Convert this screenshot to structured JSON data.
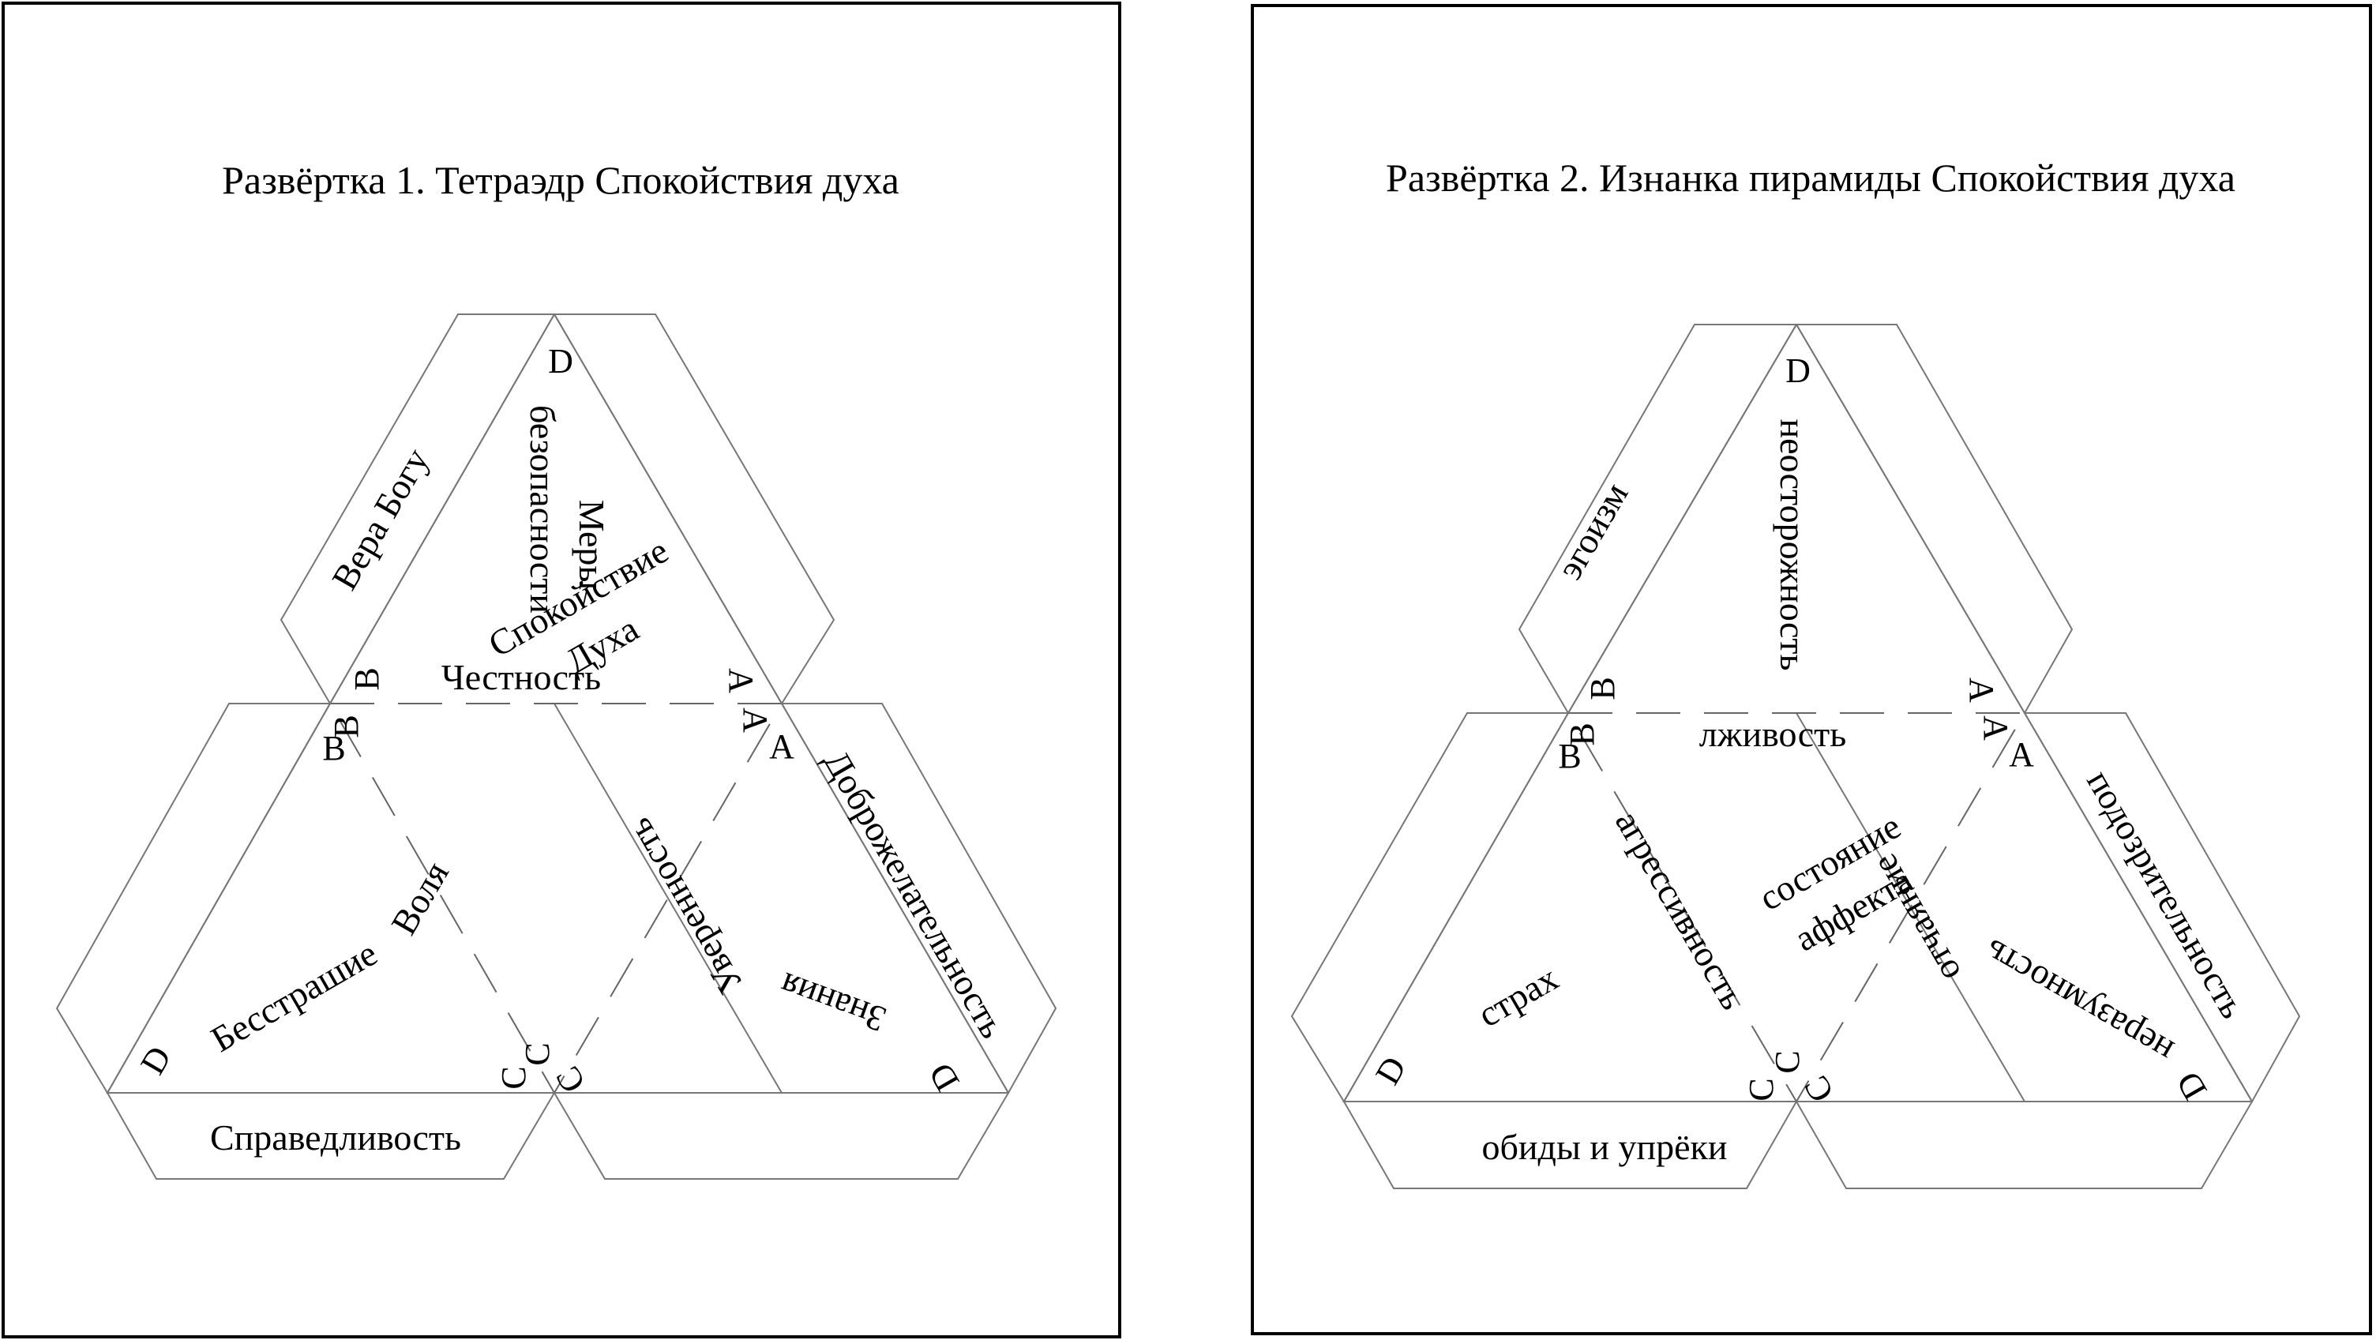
{
  "panel1": {
    "title": "Развёртка 1. Тетраэдр Спокойствия духа",
    "center_line1": "Спокойствие",
    "center_line2": "Духа",
    "top_face_line1": "Меры",
    "top_face_line2": "безопасности",
    "left_face": "Бесстрашие",
    "right_face": "Знания",
    "edge_top": "Честность",
    "edge_left": "Воля",
    "edge_right": "Уверенность",
    "flap_top_left": "Вера Богу",
    "flap_right": "Доброжелательность",
    "flap_bottom": "Справедливость",
    "vertex_a": "A",
    "vertex_b": "B",
    "vertex_c": "C",
    "vertex_d": "D"
  },
  "panel2": {
    "title": "Развёртка 2. Изнанка пирамиды Спокойствия духа",
    "center_line1": "состояние",
    "center_line2": "аффекта",
    "top_face": "неосторожность",
    "left_face": "страх",
    "right_face": "неразумность",
    "edge_top": "лживость",
    "edge_left": "агрессивность",
    "edge_right": "отчаяние",
    "flap_top_left": "эгоизм",
    "flap_right": "подозрительность",
    "flap_bottom": "обиды и упрёки",
    "vertex_a": "A",
    "vertex_b": "B",
    "vertex_c": "C",
    "vertex_d": "D"
  }
}
